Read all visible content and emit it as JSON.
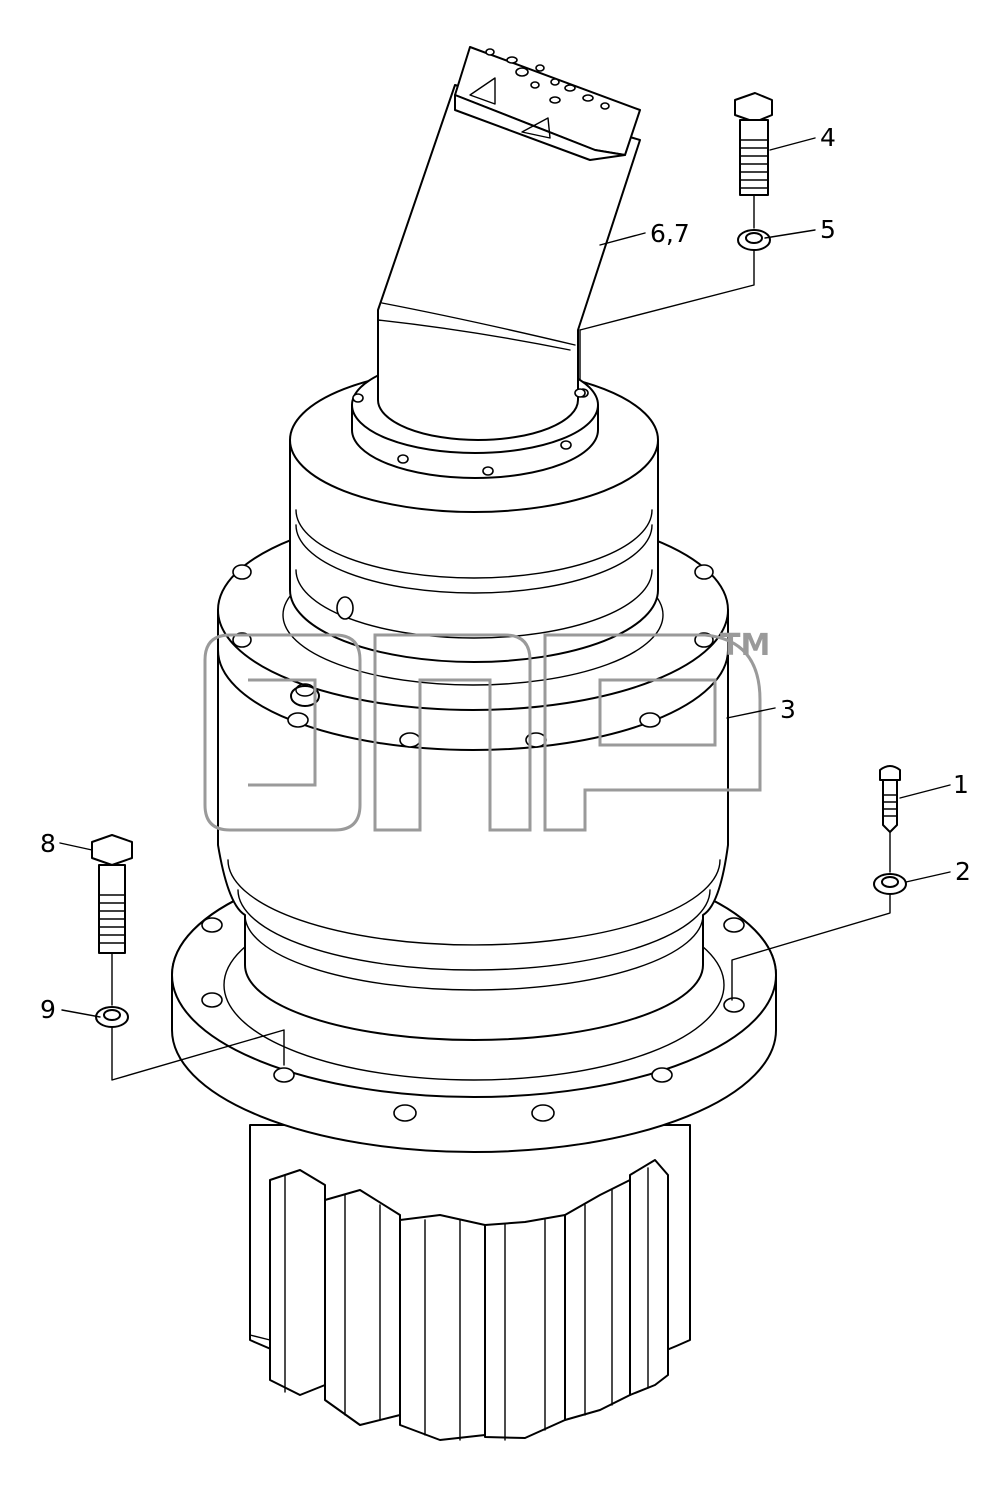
{
  "diagram": {
    "type": "exploded-parts-view",
    "callouts": [
      {
        "id": "c1",
        "label": "1"
      },
      {
        "id": "c2",
        "label": "2"
      },
      {
        "id": "c3",
        "label": "3"
      },
      {
        "id": "c4",
        "label": "4"
      },
      {
        "id": "c5",
        "label": "5"
      },
      {
        "id": "c67",
        "label": "6,7"
      },
      {
        "id": "c8",
        "label": "8"
      },
      {
        "id": "c9",
        "label": "9"
      }
    ],
    "watermark": {
      "trademark": "TM"
    }
  }
}
